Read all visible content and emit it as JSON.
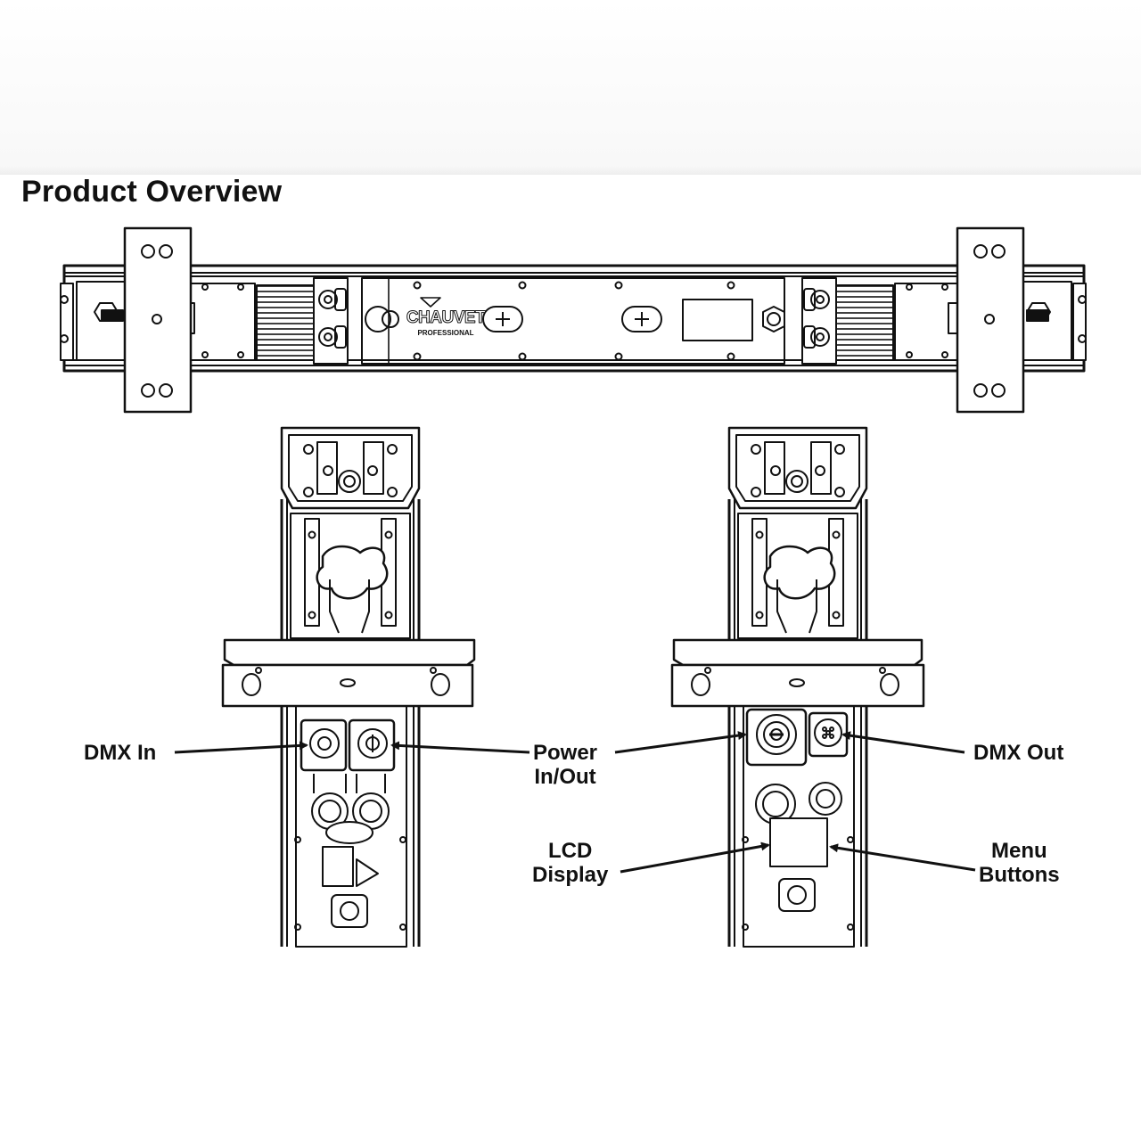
{
  "title": "Product Overview",
  "brand": {
    "name": "CHAUVET",
    "sub": "PROFESSIONAL"
  },
  "callouts": {
    "dmx_in": "DMX In",
    "power_in_out": [
      "Power",
      "In/Out"
    ],
    "dmx_out": "DMX Out",
    "lcd_display": [
      "LCD",
      "Display"
    ],
    "menu_buttons": [
      "Menu",
      "Buttons"
    ]
  }
}
